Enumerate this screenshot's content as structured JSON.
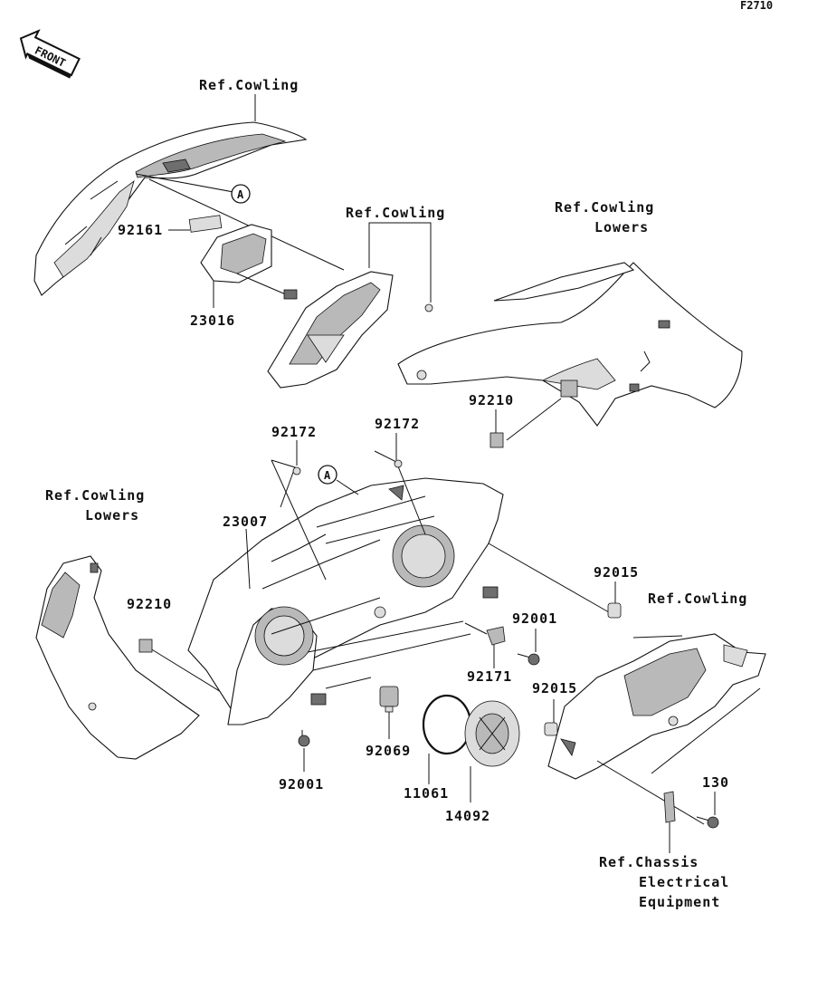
{
  "figure_code": "F2710",
  "front_badge": "FRONT",
  "ref_marker": "A",
  "labels": {
    "ref_cowling_top": "Ref.Cowling",
    "ref_cowling_mid": "Ref.Cowling",
    "ref_cowling_lowers_right_1": "Ref.Cowling",
    "ref_cowling_lowers_right_2": "Lowers",
    "ref_cowling_lowers_left_1": "Ref.Cowling",
    "ref_cowling_lowers_left_2": "Lowers",
    "ref_cowling_right": "Ref.Cowling",
    "ref_chassis_1": "Ref.Chassis",
    "ref_chassis_2": "Electrical",
    "ref_chassis_3": "Equipment"
  },
  "part_numbers": {
    "p92161": "92161",
    "p23016": "23016",
    "p92210_right": "92210",
    "p92172_left": "92172",
    "p92172_right": "92172",
    "p23007": "23007",
    "p92210_left": "92210",
    "p92015_top": "92015",
    "p92001_right": "92001",
    "p92171": "92171",
    "p92015_bottom": "92015",
    "p92069": "92069",
    "p11061": "11061",
    "p14092": "14092",
    "p92001_bottom": "92001",
    "p130": "130"
  }
}
